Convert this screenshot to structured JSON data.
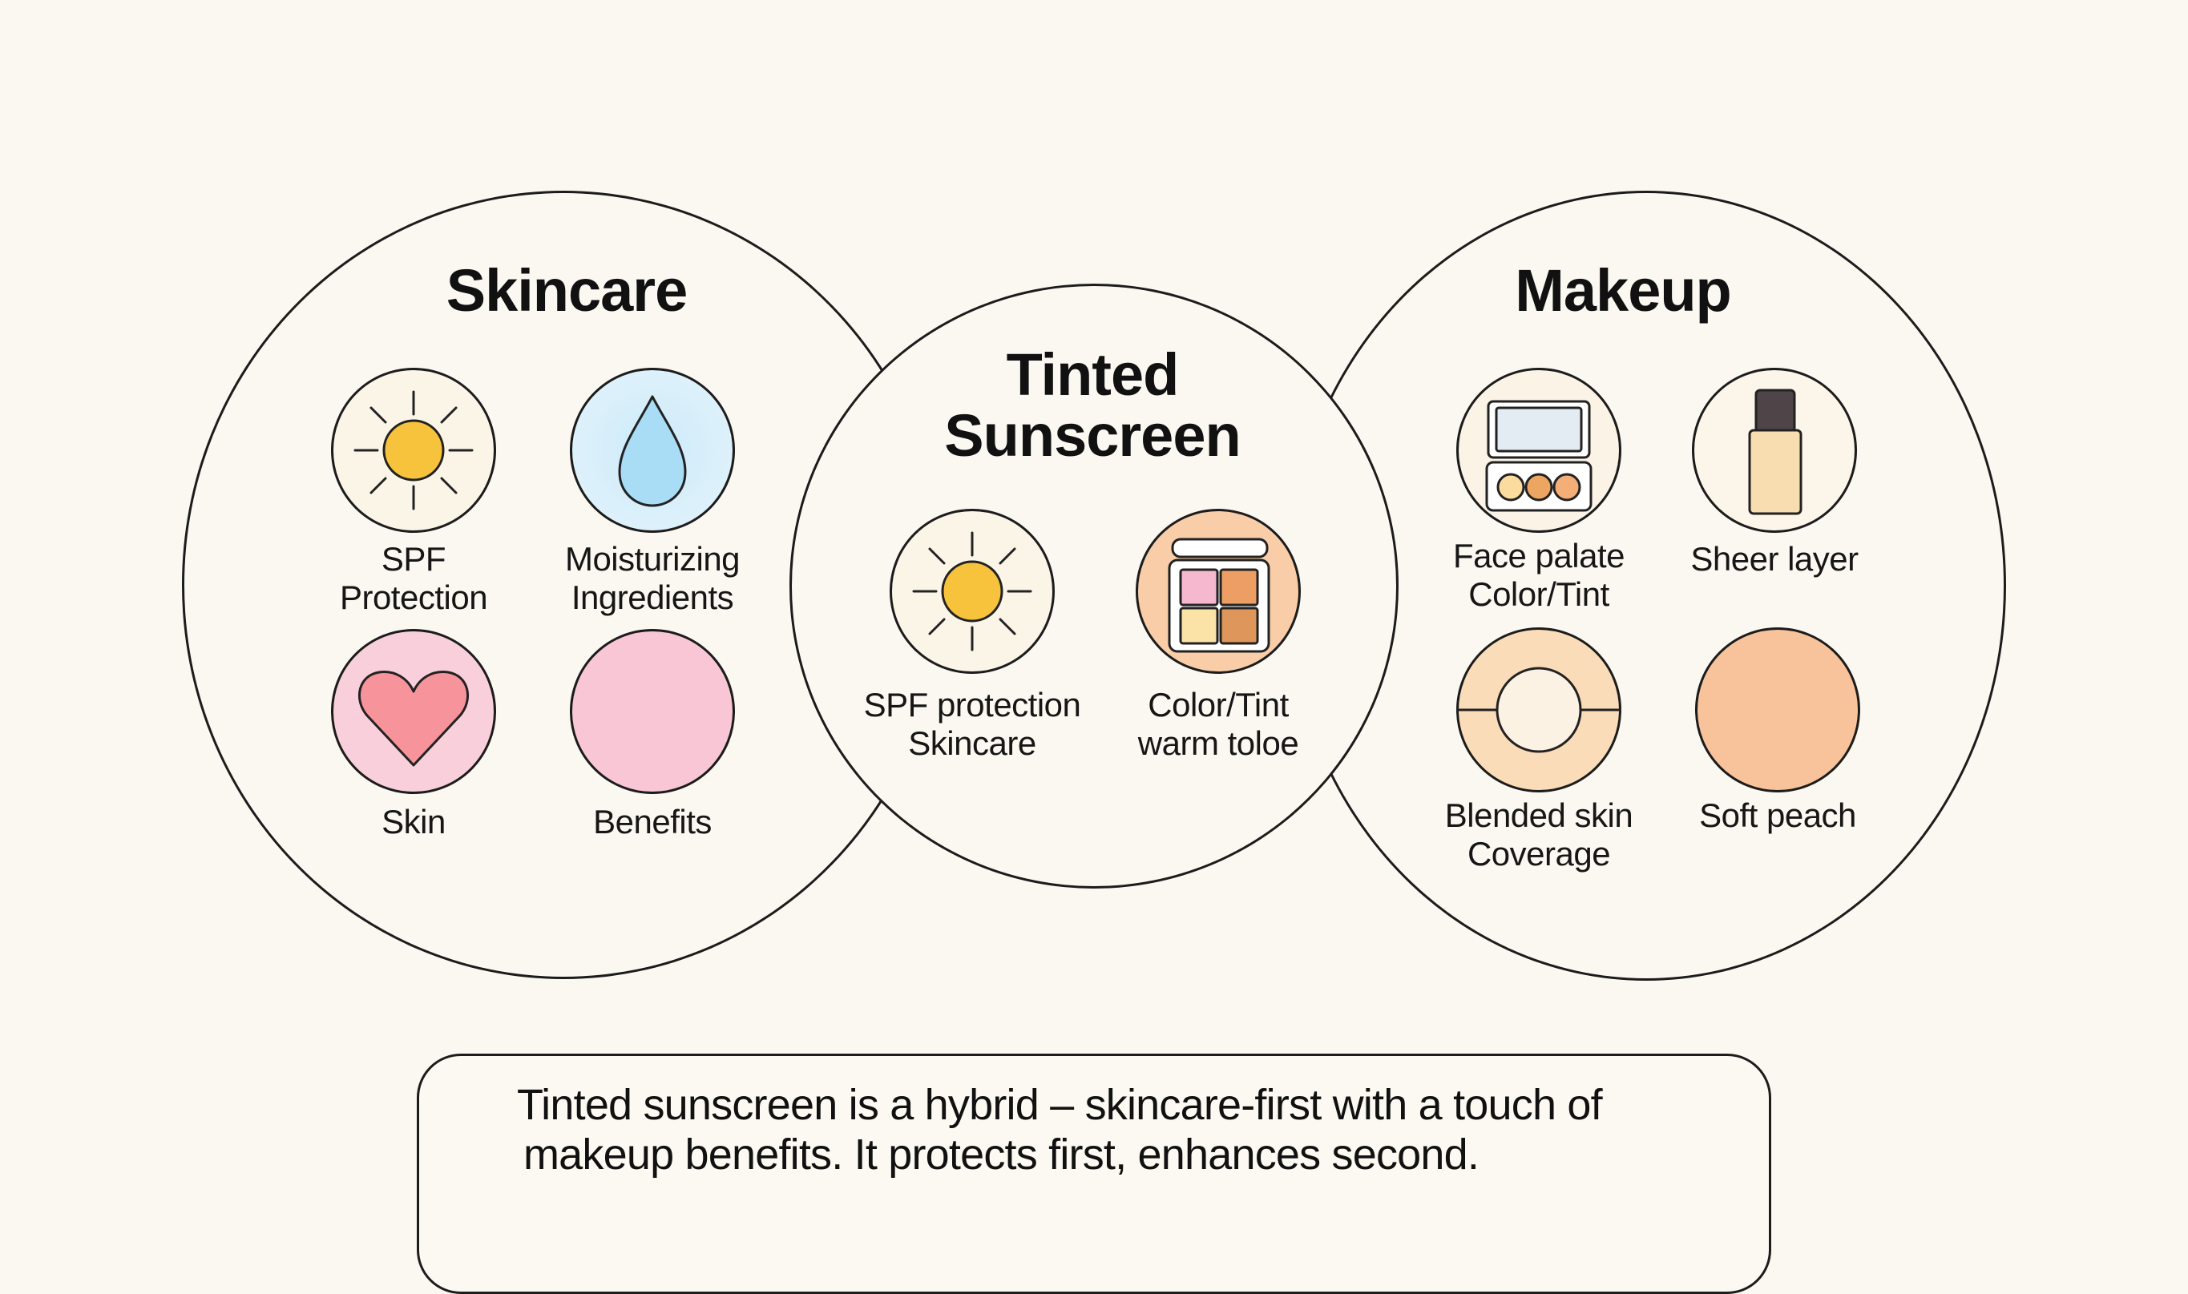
{
  "diagram": {
    "type": "venn",
    "background": "#fbf8f1",
    "sets": [
      {
        "id": "skincare",
        "title": "Skincare",
        "items": [
          {
            "label_lines": [
              "SPF",
              "Protection"
            ],
            "icon": "sun-icon",
            "fill": "#fbf5e8",
            "accent": "#f7c23c"
          },
          {
            "label_lines": [
              "Moisturizing",
              "Ingredients"
            ],
            "icon": "water-drop-icon",
            "fill": "#dcf0fb",
            "accent": "#a9dcf5"
          },
          {
            "label_lines": [
              "Skin"
            ],
            "icon": "heart-icon",
            "fill": "#f9cfdb",
            "accent": "#f7939a"
          },
          {
            "label_lines": [
              "Benefits"
            ],
            "icon": "pink-circle-icon",
            "fill": "#f9c6d6",
            "accent": "#f9c6d6"
          }
        ]
      },
      {
        "id": "tinted-sunscreen",
        "title_lines": [
          "Tinted",
          "Sunscreen"
        ],
        "items": [
          {
            "label_lines": [
              "SPF protection",
              "Skincare"
            ],
            "icon": "sun-icon",
            "fill": "#fbf5e8",
            "accent": "#f7c23c"
          },
          {
            "label_lines": [
              "Color/Tint",
              "warm toloe"
            ],
            "icon": "eyeshadow-palette-icon",
            "fill": "#f8cda7",
            "swatches": [
              "#f6b8cf",
              "#ec9e64",
              "#fbe3a8",
              "#de965a"
            ]
          }
        ]
      },
      {
        "id": "makeup",
        "title": "Makeup",
        "items": [
          {
            "label_lines": [
              "Face palate",
              "Color/Tint"
            ],
            "icon": "compact-palette-icon",
            "fill": "#fbf3e6",
            "mirror": "#e3ebf3",
            "swatches": [
              "#fbdc9e",
              "#eca662",
              "#f4ae78"
            ]
          },
          {
            "label_lines": [
              "Sheer layer"
            ],
            "icon": "foundation-bottle-icon",
            "fill": "#fbf5ea",
            "cap": "#4f4447",
            "bottle": "#f8ddb0"
          },
          {
            "label_lines": [
              "Blended skin",
              "Coverage"
            ],
            "icon": "blended-ring-icon",
            "fill": "#fbdcb9",
            "inner": "#fbf2e4"
          },
          {
            "label_lines": [
              "Soft peach"
            ],
            "icon": "peach-circle-icon",
            "fill": "#f8c39a"
          }
        ]
      }
    ],
    "callout": {
      "lines": [
        "Tinted sunscreen is a hybrid – skincare-first with a touch of",
        "makeup benefits. It protects first, enhances second."
      ]
    }
  }
}
